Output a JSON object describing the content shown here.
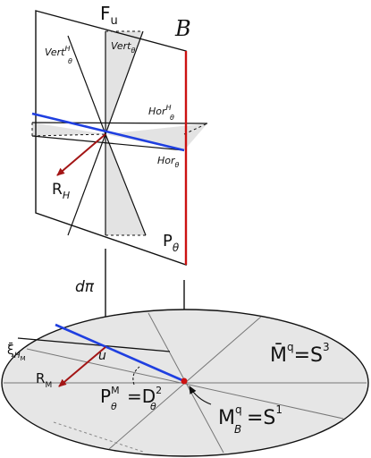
{
  "fiber": {
    "label_Fu": "F",
    "label_Fu_sub": "u",
    "label_B": "B",
    "label_Ptheta": "P",
    "label_Ptheta_sub": "θ",
    "label_vert_theta": "Vert",
    "label_vert_theta_sub": "θ",
    "label_vert_theta_H": "Vert",
    "label_vert_theta_H_sup": "H",
    "label_vert_theta_H_sub": "θ",
    "label_hor_theta_H": "Hor",
    "label_hor_theta_H_sup": "H",
    "label_hor_theta_H_sub": "θ",
    "label_hor_theta": "Hor",
    "label_hor_theta_sub": "θ",
    "label_RH": "R",
    "label_RH_sub": "H"
  },
  "maps": {
    "dpi": "dπ",
    "pi": "π"
  },
  "base": {
    "label_u": "u",
    "label_xi": "ξ̄",
    "label_xi_sub": "H",
    "label_xi_subsub": "M",
    "label_RM": "R",
    "label_RM_sub": "M",
    "label_P_main": "P",
    "label_P_sup": "M",
    "label_P_sub": "θ",
    "label_P_eq": "=D",
    "label_P_eq_sup": "2",
    "label_P_eq_sub": "θ",
    "label_Mbar_main": "M̄",
    "label_Mbar_sup": "q",
    "label_Mbar_eq": "=S",
    "label_Mbar_eq_sup": "3",
    "label_MB_main": "M",
    "label_MB_sup": "q",
    "label_MB_sub": "B",
    "label_MB_eq": "=S",
    "label_MB_eq_sup": "1"
  },
  "colors": {
    "blue_line": "#1f3fe0",
    "red_line": "#cc1111",
    "arrow_red": "#a31515",
    "shade": "#e3e3e3",
    "base_fill": "#e6e6e6"
  }
}
